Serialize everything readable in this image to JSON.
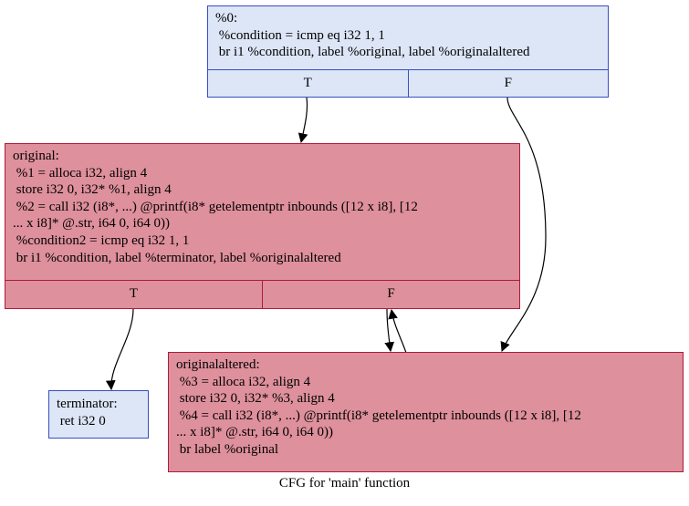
{
  "graph": {
    "caption": "CFG for 'main' function",
    "nodes": {
      "entry": {
        "label": "%0:",
        "lines": [
          " %condition = icmp eq i32 1, 1",
          " br i1 %condition, label %original, label %originalaltered"
        ],
        "ports": [
          "T",
          "F"
        ]
      },
      "original": {
        "label": "original:",
        "lines": [
          " %1 = alloca i32, align 4",
          " store i32 0, i32* %1, align 4",
          " %2 = call i32 (i8*, ...) @printf(i8* getelementptr inbounds ([12 x i8], [12",
          "... x i8]* @.str, i64 0, i64 0))",
          " %condition2 = icmp eq i32 1, 1",
          " br i1 %condition, label %terminator, label %originalaltered"
        ],
        "ports": [
          "T",
          "F"
        ]
      },
      "terminator": {
        "label": "terminator:",
        "lines": [
          " ret i32 0"
        ]
      },
      "originalaltered": {
        "label": "originalaltered:",
        "lines": [
          " %3 = alloca i32, align 4",
          " store i32 0, i32* %3, align 4",
          " %4 = call i32 (i8*, ...) @printf(i8* getelementptr inbounds ([12 x i8], [12",
          "... x i8]* @.str, i64 0, i64 0))",
          " br label %original"
        ]
      }
    },
    "colors": {
      "blue_fill": "#dde6f7",
      "blue_border": "#3a4ec0",
      "red_fill": "#de909c",
      "red_border": "#b01a3a",
      "edge": "#000000"
    }
  }
}
